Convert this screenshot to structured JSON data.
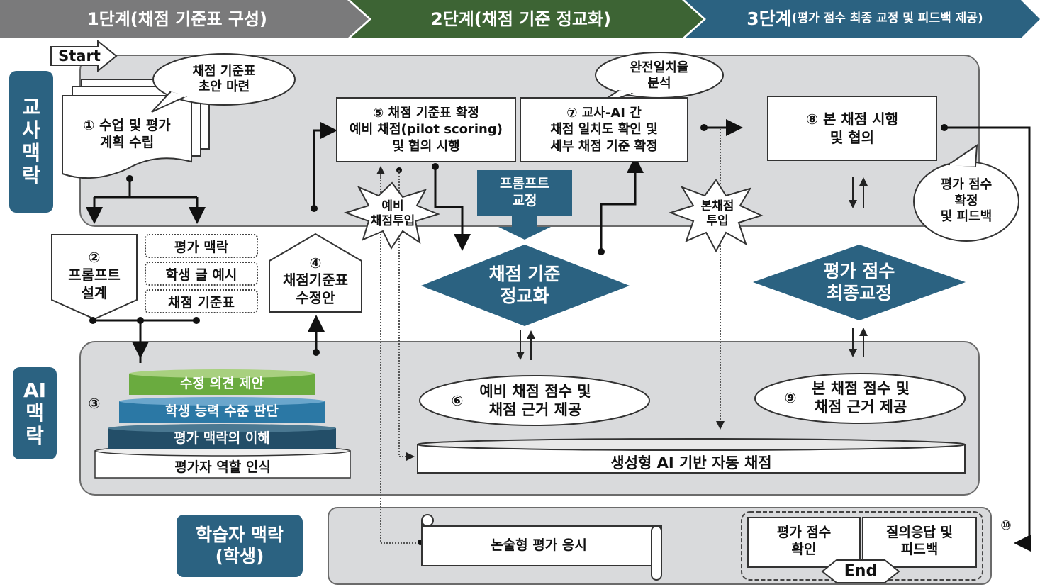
{
  "phases": [
    {
      "label": "1단계(채점 기준표 구성)",
      "color": "#7a7a7b"
    },
    {
      "label": "2단계(채점 기준 정교화)",
      "color": "#3d6434"
    },
    {
      "label_main": "3단계",
      "label_sub": "(평가 점수 최종 교정 및 피드백 제공)",
      "color": "#2b6281"
    }
  ],
  "contexts": {
    "teacher": "교\n사\n맥\n락",
    "ai": "AI\n맥\n락",
    "learner": "학습자 맥락\n(학생)"
  },
  "start_label": "Start",
  "end_label": "End",
  "callouts": {
    "draft": "채점 기준표\n초안 마련",
    "agreement": "완전일치율\n분석",
    "final": "평가 점수\n확정\n및 피드백"
  },
  "steps": {
    "s1": "① 수업 및 평가\n계획 수립",
    "s2_num": "②",
    "s2": "프롬프트\n설계",
    "s3_num": "③",
    "s4_num": "④",
    "s4": "채점기준표\n수정안",
    "s5": "⑤ 채점 기준표 확정\n예비 채점(pilot scoring)\n및 협의 시행",
    "s6_num": "⑥",
    "s6": "예비 채점 점수 및\n채점 근거 제공",
    "s7": "⑦ 교사-AI 간\n채점 일치도 확인 및\n세부 채점 기준 확정",
    "s8": "⑧ 본 채점 시행\n및 협의",
    "s9_num": "⑨",
    "s9": "본 채점 점수 및\n채점 근거 제공",
    "s10_num": "⑩"
  },
  "prompt_items": [
    "평가 맥락",
    "학생 글 예시",
    "채점 기준표"
  ],
  "ai_layers": [
    {
      "label": "수정 의견 제안",
      "color": "#6aab3f"
    },
    {
      "label": "학생 능력 수준 판단",
      "color": "#2b78a5"
    },
    {
      "label": "평가 맥락의 이해",
      "color": "#234e68"
    },
    {
      "label": "평가자 역할 인식",
      "color": "#ffffff"
    }
  ],
  "bursts": {
    "pilot": "예비\n채점투입",
    "main": "본채점\n투입"
  },
  "prompt_fix": "프롬프트\n교정",
  "diamonds": {
    "calibrate": "채점 기준\n정교화",
    "final": "평가 점수\n최종교정"
  },
  "ai_engine": "생성형 AI 기반 자동 채점",
  "learner": {
    "essay": "논술형 평가 응시",
    "score_check": "평가 점수\n확인",
    "qa": "질의응답 및\n피드백"
  },
  "colors": {
    "accent": "#2b6281",
    "panel": "#d9dadc"
  }
}
